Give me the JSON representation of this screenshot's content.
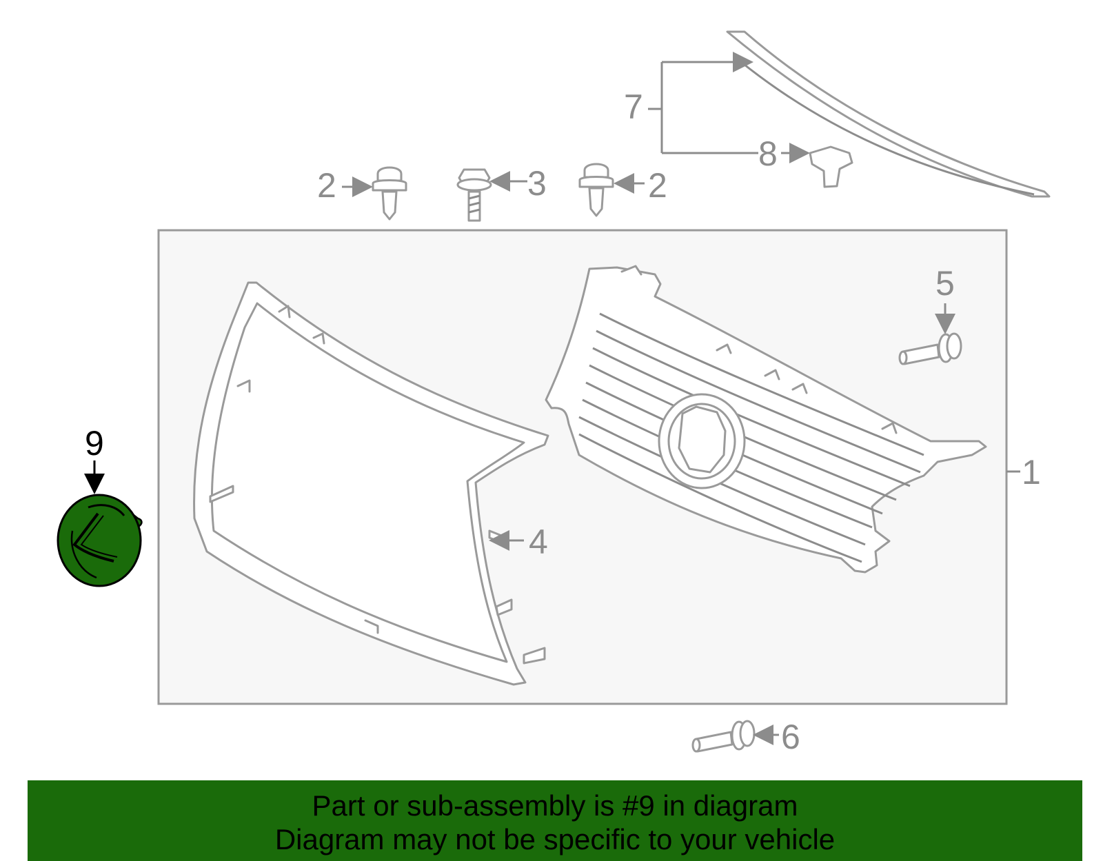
{
  "colors": {
    "highlight": "#1a6b0a",
    "outline": "#9a9a9a",
    "panel_bg": "#f7f7f7",
    "label_gray": "#8c8c8c"
  },
  "callouts": {
    "c1": "1",
    "c2a": "2",
    "c2b": "2",
    "c3": "3",
    "c4": "4",
    "c5": "5",
    "c6": "6",
    "c7": "7",
    "c8": "8",
    "c9": "9"
  },
  "banner": {
    "line1": "Part or sub-assembly is #9 in diagram",
    "line2": "Diagram may not be specific to your vehicle"
  }
}
